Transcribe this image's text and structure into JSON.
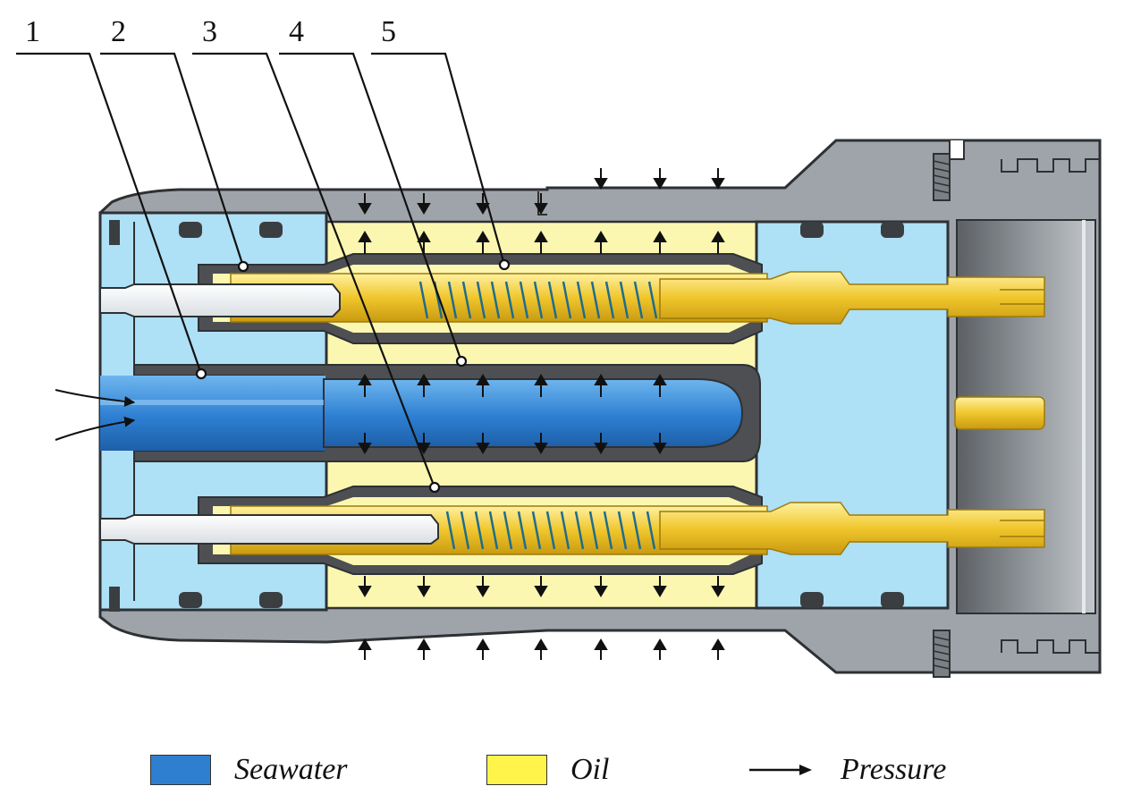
{
  "callouts": [
    {
      "label": "1"
    },
    {
      "label": "2"
    },
    {
      "label": "3"
    },
    {
      "label": "4"
    },
    {
      "label": "5"
    }
  ],
  "legend": {
    "seawater": {
      "label": "Seawater",
      "color": "#2f7fd0"
    },
    "oil": {
      "label": "Oil",
      "color": "#fff44a"
    },
    "pressure": {
      "label": "Pressure",
      "color": "#000000"
    }
  },
  "colors": {
    "housing": "#9ea4a9",
    "insert": "#aee0f6",
    "oil_chamber": "#fbf7b0",
    "pin": "#f2cf3b",
    "spring": "#1f6d8c",
    "bladder": "#4d4f52"
  }
}
